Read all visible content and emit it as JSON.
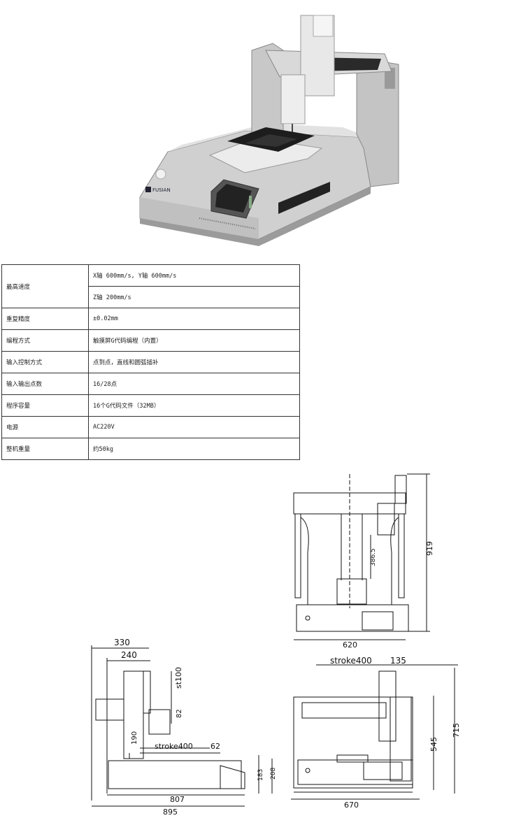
{
  "photo": {
    "brand_logo": "FUSIAN"
  },
  "spec_table": {
    "rows": [
      {
        "label": "最高速度",
        "values": [
          "X轴  600mm/s, Y轴  600mm/s",
          "Z轴  200mm/s"
        ]
      },
      {
        "label": "重复精度",
        "values": [
          "±0.02mm"
        ]
      },
      {
        "label": "编程方式",
        "values": [
          "触摸屏G代码编程（内置）"
        ]
      },
      {
        "label": "输入控制方式",
        "values": [
          "点到点，直线和圆弧插补"
        ]
      },
      {
        "label": "输入输出点数",
        "values": [
          "16/28点"
        ]
      },
      {
        "label": "程序容量",
        "values": [
          "16个G代码文件（32MB）"
        ]
      },
      {
        "label": "电源",
        "values": [
          "AC220V"
        ]
      },
      {
        "label": "整机重量",
        "values": [
          "约50kg"
        ]
      }
    ]
  },
  "drawings": {
    "front": {
      "height": "919",
      "width": "620",
      "z_axis": "386.5"
    },
    "side": {
      "top_width": "330",
      "top_inner": "240",
      "stroke_z": "st100",
      "dim_82": "82",
      "dim_190": "190",
      "stroke_y": "stroke400",
      "dim_62": "62",
      "dim_183": "183",
      "dim_208": "208",
      "base_807": "807",
      "base_895": "895"
    },
    "top": {
      "stroke_x": "stroke400",
      "dim_135": "135",
      "dim_545": "545",
      "dim_715": "715",
      "width": "670"
    }
  }
}
